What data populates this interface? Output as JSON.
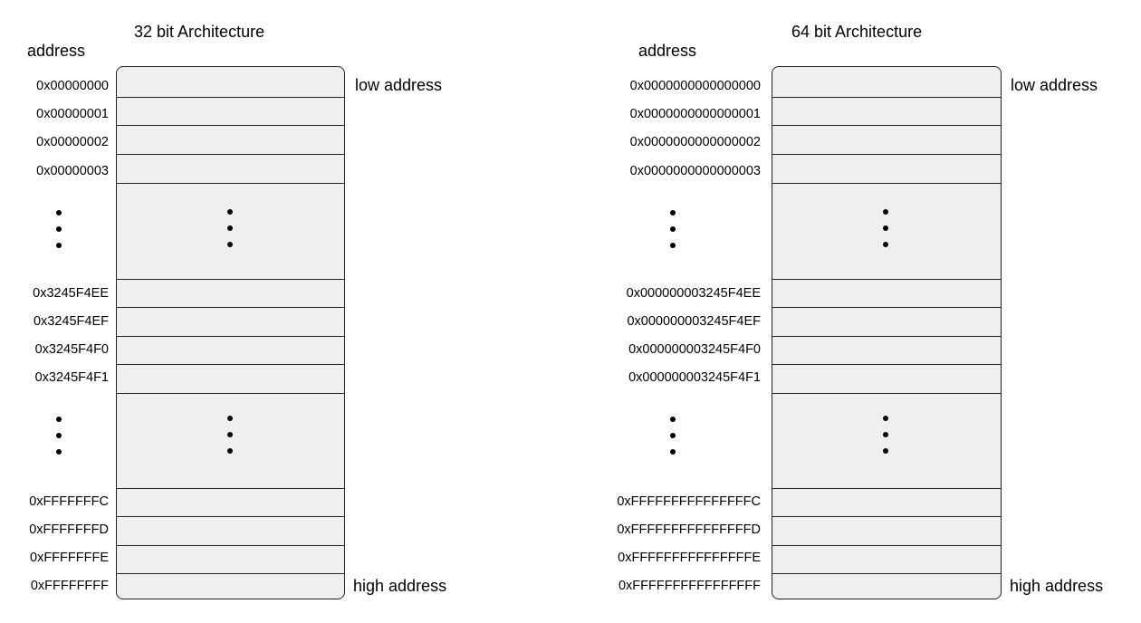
{
  "left": {
    "title": "32 bit Architecture",
    "address_header": "address",
    "low_label": "low address",
    "high_label": "high address",
    "addresses": [
      "0x00000000",
      "0x00000001",
      "0x00000002",
      "0x00000003",
      "0x3245F4EE",
      "0x3245F4EF",
      "0x3245F4F0",
      "0x3245F4F1",
      "0xFFFFFFFC",
      "0xFFFFFFFD",
      "0xFFFFFFFE",
      "0xFFFFFFFF"
    ]
  },
  "right": {
    "title": "64 bit Architecture",
    "address_header": "address",
    "low_label": "low address",
    "high_label": "high address",
    "addresses": [
      "0x0000000000000000",
      "0x0000000000000001",
      "0x0000000000000002",
      "0x0000000000000003",
      "0x000000003245F4EE",
      "0x000000003245F4EF",
      "0x000000003245F4F0",
      "0x000000003245F4F1",
      "0xFFFFFFFFFFFFFFFC",
      "0xFFFFFFFFFFFFFFFD",
      "0xFFFFFFFFFFFFFFFE",
      "0xFFFFFFFFFFFFFFFF"
    ]
  }
}
